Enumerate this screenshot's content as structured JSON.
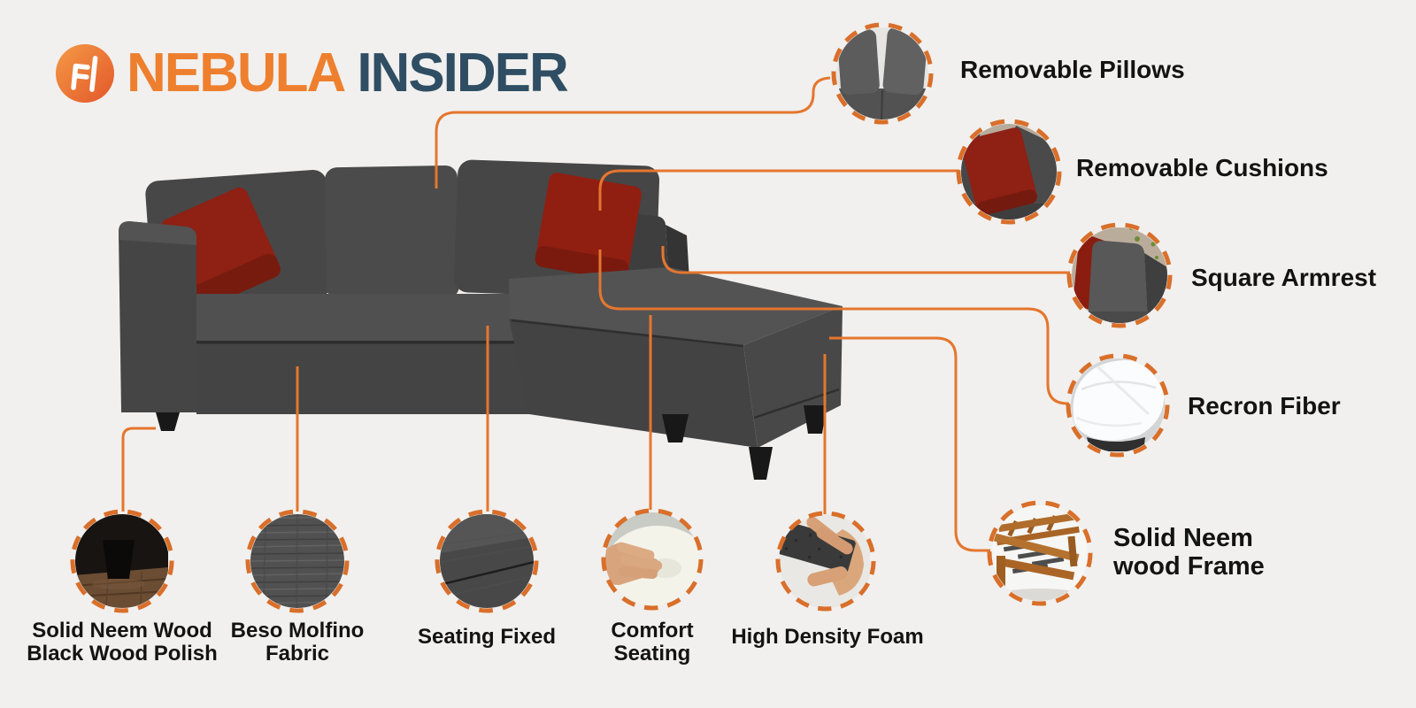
{
  "header": {
    "title_part1": "NEBULA",
    "title_part2": "INSIDER",
    "logo_icon": "chair-icon"
  },
  "palette": {
    "background": "#f1f0ee",
    "accent_line_orange": "#e5762e",
    "dash_ring_orange": "#d96f2a",
    "title_orange": "#ee7f2e",
    "title_navy": "#2f4e63",
    "label_black": "#131313",
    "sofa_gray": "#474747",
    "cushion_red": "#8c1f12",
    "wood_brown": "#b06c2b"
  },
  "feature_callouts": {
    "right": [
      {
        "id": "removable-pillows",
        "label": "Removable Pillows"
      },
      {
        "id": "removable-cushions",
        "label": "Removable Cushions"
      },
      {
        "id": "square-armrest",
        "label": "Square Armrest"
      },
      {
        "id": "recron-fiber",
        "label": "Recron Fiber"
      },
      {
        "id": "solid-neem-wood-frame",
        "label_line1": "Solid Neem",
        "label_line2": "wood Frame"
      }
    ],
    "bottom": [
      {
        "id": "solid-neem-wood-black-wood-polish",
        "label_line1": "Solid Neem Wood",
        "label_line2": "Black Wood Polish"
      },
      {
        "id": "beso-molfino-fabric",
        "label_line1": "Beso Molfino",
        "label_line2": "Fabric"
      },
      {
        "id": "seating-fixed",
        "label": "Seating Fixed"
      },
      {
        "id": "comfort-seating",
        "label_line1": "Comfort",
        "label_line2": "Seating"
      },
      {
        "id": "high-density-foam",
        "label": "High Density Foam"
      }
    ]
  }
}
